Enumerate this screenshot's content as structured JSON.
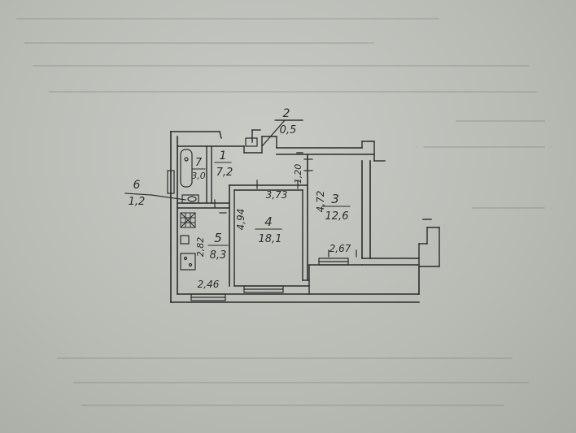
{
  "rooms": [
    {
      "id": "1",
      "number": "1",
      "area": "7,2"
    },
    {
      "id": "2",
      "number": "2",
      "area": "0,5"
    },
    {
      "id": "3",
      "number": "3",
      "area": "12,6"
    },
    {
      "id": "4",
      "number": "4",
      "area": "18,1"
    },
    {
      "id": "5",
      "number": "5",
      "area": "8,3"
    },
    {
      "id": "6",
      "number": "6",
      "area": "1,2"
    },
    {
      "id": "7",
      "number": "7",
      "area": "3,0"
    }
  ],
  "dimensions": {
    "d1": "3,73",
    "d2": "4,72",
    "d3": "4,94",
    "d4": "1,20",
    "d5": "2,67",
    "d6": "2,82",
    "d7": "2,46"
  },
  "colors": {
    "ink": "#2a2c2b",
    "paper": "#bfc2bc"
  }
}
